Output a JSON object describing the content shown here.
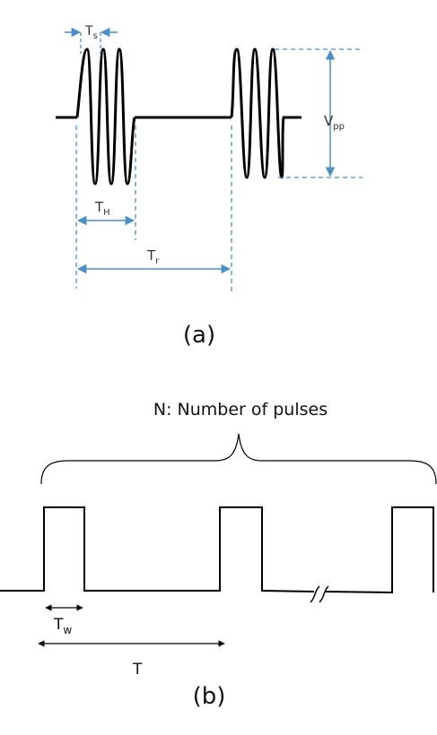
{
  "panel_a": {
    "caption": "(a)",
    "labels": {
      "ts_main": "T",
      "ts_sub": "s",
      "th_main": "T",
      "th_sub": "H",
      "tr_main": "T",
      "tr_sub": "r",
      "vpp_main": "V",
      "vpp_sub": "pp"
    },
    "colors": {
      "waveform": "#000000",
      "dimension": "#4a8fc8"
    }
  },
  "panel_b": {
    "caption": "(b)",
    "brace_label": "N: Number of pulses",
    "labels": {
      "tw_main": "T",
      "tw_sub": "w",
      "t_main": "T"
    },
    "colors": {
      "waveform": "#000000"
    }
  }
}
